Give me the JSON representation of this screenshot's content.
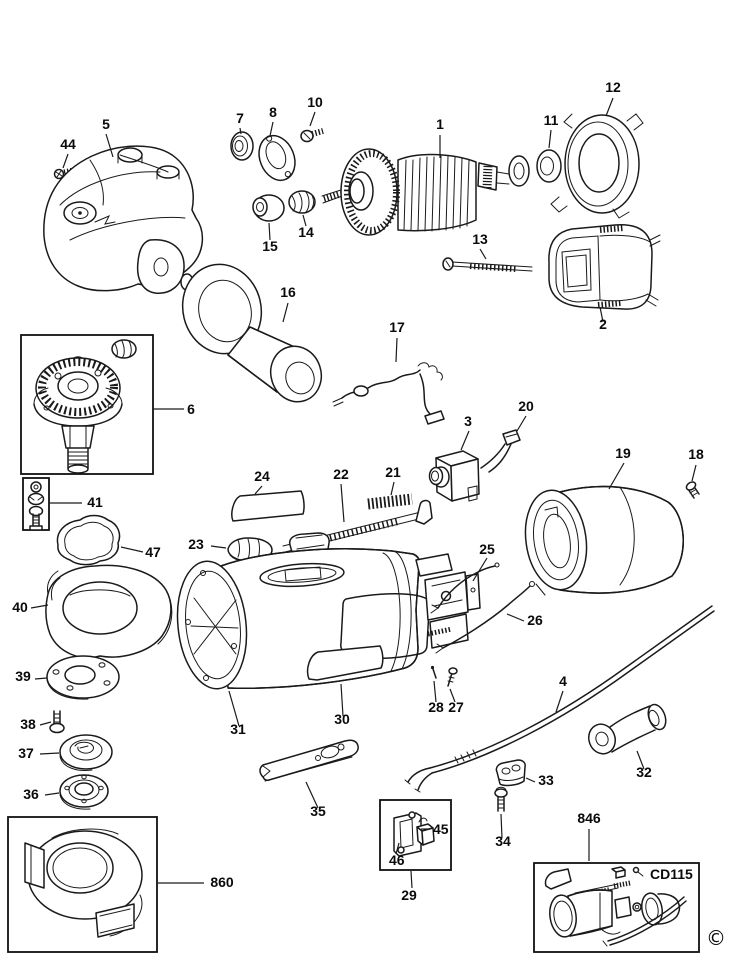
{
  "diagram": {
    "product": "angle-grinder-exploded-parts-diagram",
    "model_label": "CD115",
    "copyright_symbol": "©",
    "callouts": {
      "c1": "1",
      "c2": "2",
      "c3": "3",
      "c4": "4",
      "c5": "5",
      "c6": "6",
      "c7": "7",
      "c8": "8",
      "c10": "10",
      "c11": "11",
      "c12": "12",
      "c13": "13",
      "c14": "14",
      "c15": "15",
      "c16": "16",
      "c17": "17",
      "c18": "18",
      "c19": "19",
      "c20": "20",
      "c21": "21",
      "c22": "22",
      "c23": "23",
      "c24": "24",
      "c25": "25",
      "c26": "26",
      "c27": "27",
      "c28": "28",
      "c29": "29",
      "c30": "30",
      "c31": "31",
      "c32": "32",
      "c33": "33",
      "c34": "34",
      "c35": "35",
      "c36": "36",
      "c37": "37",
      "c38": "38",
      "c39": "39",
      "c40": "40",
      "c41": "41",
      "c44": "44",
      "c45": "45",
      "c46": "46",
      "c47": "47",
      "c860": "860",
      "c846": "846"
    }
  }
}
